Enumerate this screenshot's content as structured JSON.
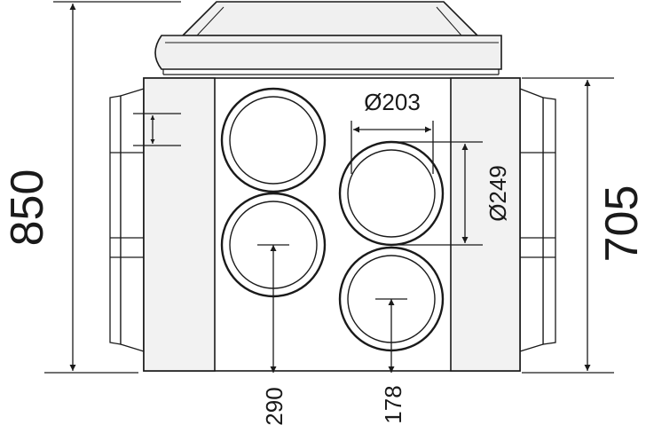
{
  "dimensions": {
    "overall_height": "850",
    "body_height": "705",
    "outer_diameter": "Ø249",
    "inner_diameter": "Ø203",
    "lower_port_height": "290",
    "bottom_port_height": "178"
  },
  "colors": {
    "line": "#1a1a1a",
    "body_fill": "#f2f2f2",
    "lid_fill": "#f0f0f0",
    "background": "#ffffff"
  }
}
